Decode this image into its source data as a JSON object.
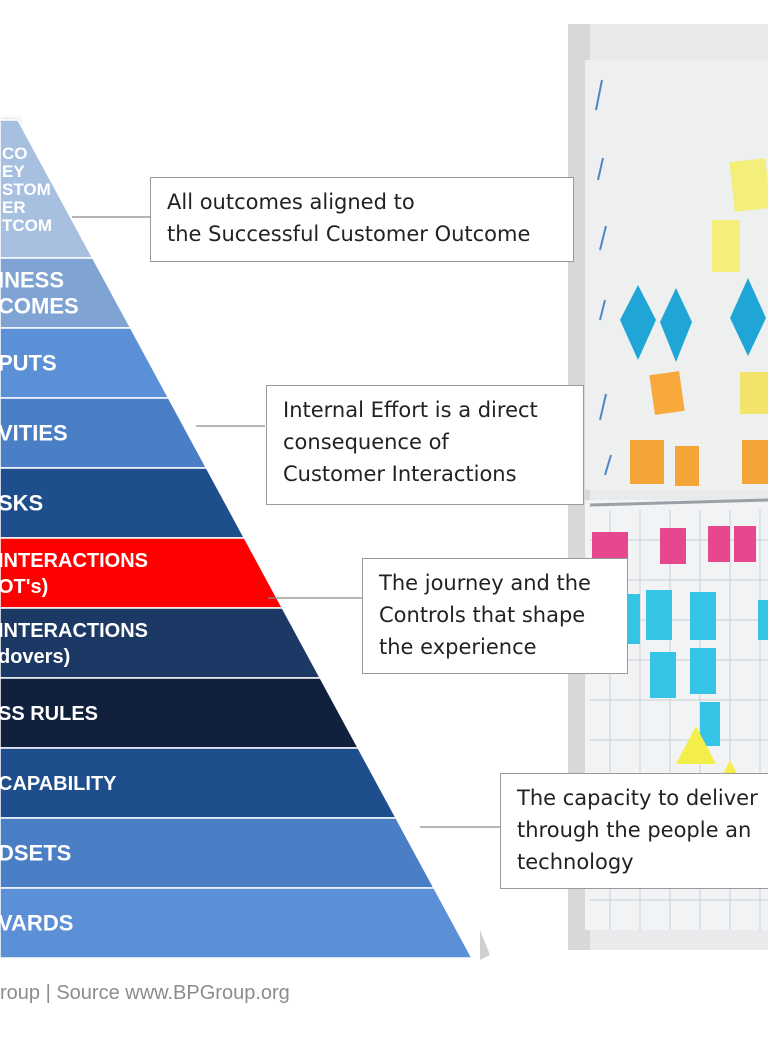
{
  "pyramid": {
    "levels": [
      {
        "lines": [
          "CO",
          "EY",
          "STOM",
          "ER",
          "TCOM"
        ],
        "color": "#a7c0e0"
      },
      {
        "lines": [
          "INESS",
          "COMES"
        ],
        "color": "#7fa3d3"
      },
      {
        "lines": [
          "PUTS"
        ],
        "color": "#5b8fd6"
      },
      {
        "lines": [
          "VITIES"
        ],
        "color": "#4a7fc6"
      },
      {
        "lines": [
          "SKS"
        ],
        "color": "#1f4e8c"
      },
      {
        "lines": [
          "INTERACTIONS",
          "OT's)"
        ],
        "color": "#ff0000"
      },
      {
        "lines": [
          "INTERACTIONS",
          "dovers)"
        ],
        "color": "#1c3864"
      },
      {
        "lines": [
          "SS RULES"
        ],
        "color": "#11213d"
      },
      {
        "lines": [
          "CAPABILITY"
        ],
        "color": "#1f4e8c"
      },
      {
        "lines": [
          "DSETS"
        ],
        "color": "#4a7fc6"
      },
      {
        "lines": [
          "VARDS"
        ],
        "color": "#5b8fd6"
      }
    ]
  },
  "callouts": [
    {
      "lines": [
        "All outcomes aligned to",
        "the Successful Customer Outcome"
      ]
    },
    {
      "lines": [
        "Internal Effort is a direct",
        "consequence of",
        "Customer Interactions"
      ]
    },
    {
      "lines": [
        "The journey and the",
        "Controls that shape",
        "the experience"
      ]
    },
    {
      "lines": [
        "The capacity to deliver",
        "through the people an",
        "technology"
      ]
    }
  ],
  "footer": {
    "text": "roup | Source www.BPGroup.org"
  }
}
